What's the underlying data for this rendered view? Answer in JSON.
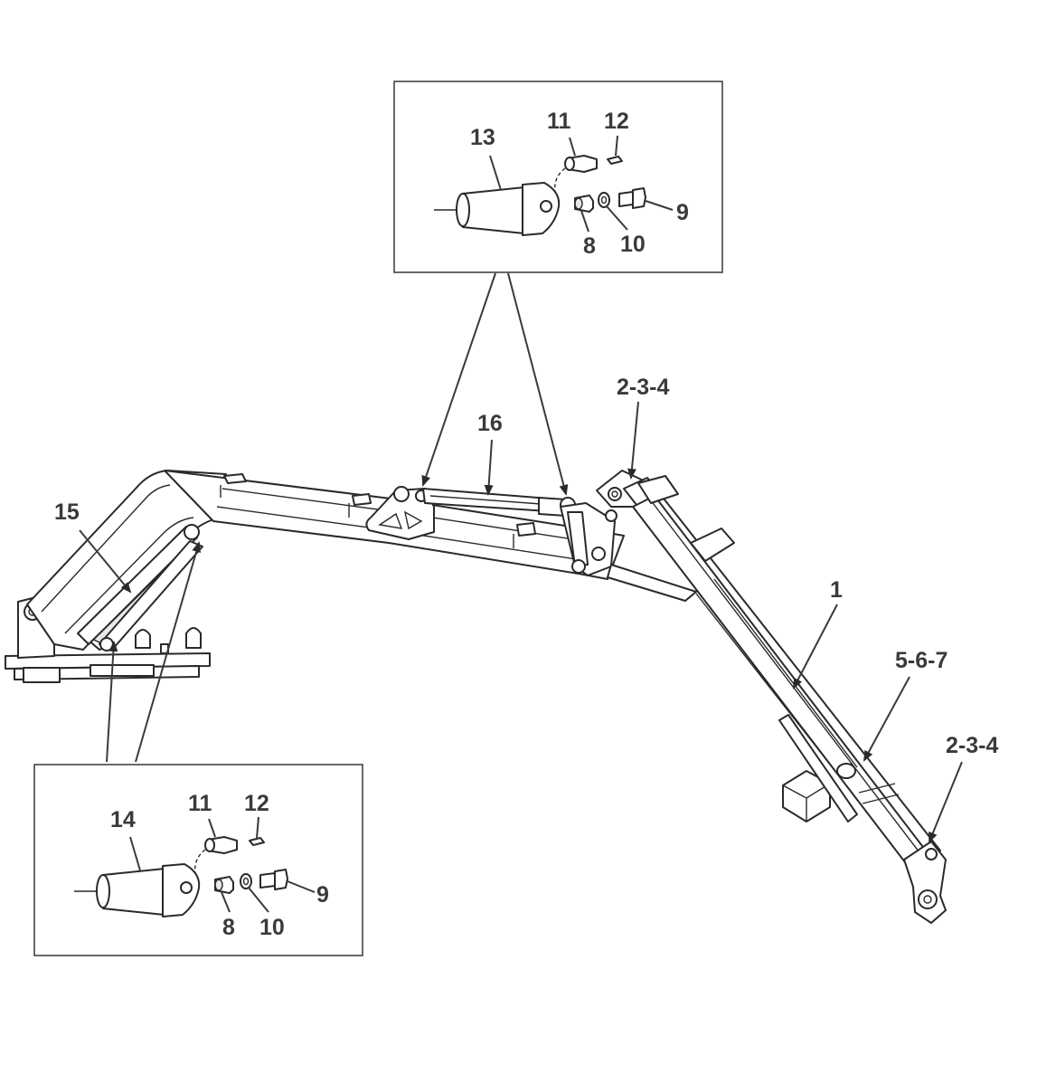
{
  "callouts": {
    "top_inset": {
      "cylinder": "13",
      "bushing": "11",
      "grease_fitting": "12",
      "bolt": "9",
      "spacer": "8",
      "washer": "10"
    },
    "bottom_inset": {
      "cylinder": "14",
      "bushing": "11",
      "grease_fitting": "12",
      "bolt": "9",
      "spacer": "8",
      "washer": "10"
    },
    "main": {
      "boom_cylinder": "15",
      "arm_cylinder": "16",
      "upper_pivot": "2-3-4",
      "extension": "1",
      "clamp": "5-6-7",
      "tip_pivot": "2-3-4"
    }
  }
}
